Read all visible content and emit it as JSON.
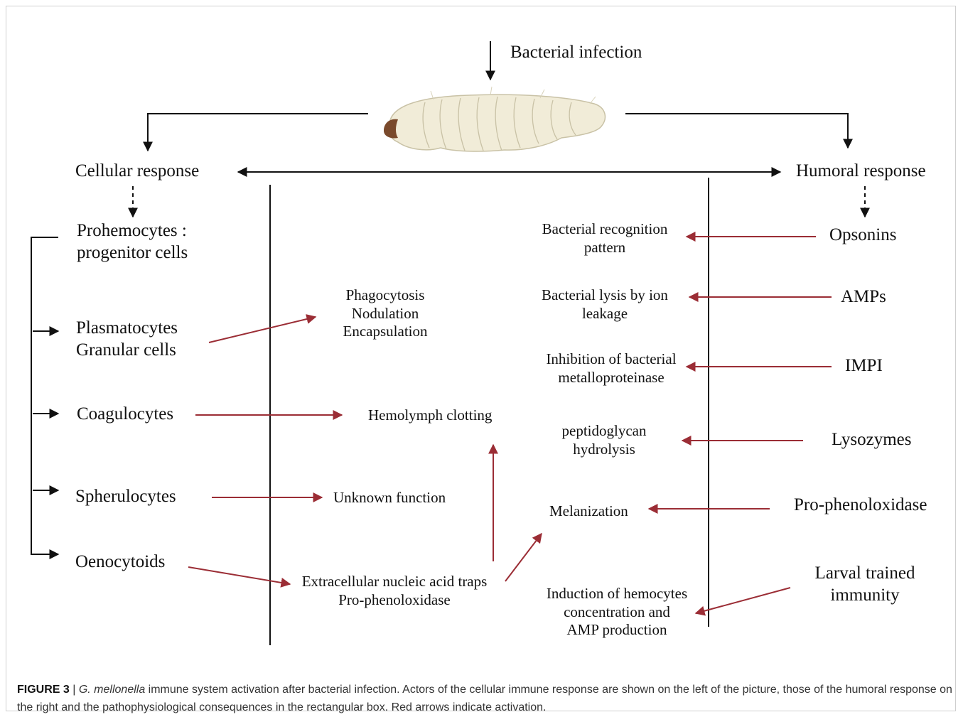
{
  "top": {
    "infection": "Bacterial infection"
  },
  "branches": {
    "cellular": "Cellular response",
    "humoral": "Humoral response"
  },
  "cellular": {
    "prohemocytes": [
      "Prohemocytes :",
      "progenitor cells"
    ],
    "plasmatocytes": [
      "Plasmatocytes",
      "Granular cells"
    ],
    "coagulocytes": "Coagulocytes",
    "spherulocytes": "Spherulocytes",
    "oenocytoids": "Oenocytoids"
  },
  "consequences": {
    "phagocytosis": [
      "Phagocytosis",
      "Nodulation",
      "Encapsulation"
    ],
    "clotting": "Hemolymph clotting",
    "unknown": "Unknown function",
    "traps": [
      "Extracellular nucleic acid traps",
      "Pro-phenoloxidase"
    ],
    "recognition": [
      "Bacterial recognition",
      "pattern"
    ],
    "lysis": [
      "Bacterial lysis by ion",
      "leakage"
    ],
    "inhibition": [
      "Inhibition of bacterial",
      "metalloproteinase"
    ],
    "hydrolysis": [
      "peptidoglycan",
      "hydrolysis"
    ],
    "melanization": "Melanization",
    "induction": [
      "Induction of hemocytes",
      "concentration and",
      "AMP production"
    ]
  },
  "humoral": {
    "opsonins": "Opsonins",
    "amps": "AMPs",
    "impi": "IMPI",
    "lysozymes": "Lysozymes",
    "ppo": "Pro-phenoloxidase",
    "trained": [
      "Larval trained",
      "immunity"
    ]
  },
  "caption": {
    "figure": "FIGURE 3",
    "separator": " | ",
    "species": "G. mellonella",
    "text": " immune system activation after bacterial infection. Actors of the cellular immune response are shown on the left of the picture, those of the humoral response on the right and the pathophysiological consequences in the rectangular box. Red arrows indicate activation."
  },
  "colors": {
    "activation": "#9b2d35",
    "line": "#111111",
    "larva": "#f1ecd8",
    "head": "#7a4a2c"
  },
  "icons": {
    "larva": "larva-illustration"
  }
}
